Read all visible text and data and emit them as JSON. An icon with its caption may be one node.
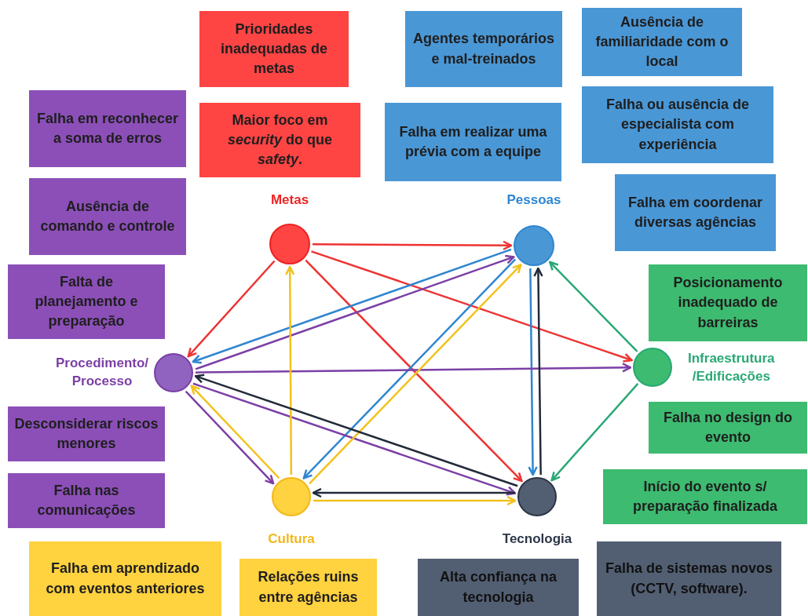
{
  "diagram": {
    "nodes": [
      {
        "text": [
          "Prioridades inadequadas de metas"
        ]
      },
      {
        "text": [
          "Agentes temporários e mal-treinados"
        ]
      },
      {
        "text": [
          "Ausência de familiaridade com o local"
        ]
      },
      {
        "text": [
          "Falha em reconhecer a soma de erros"
        ]
      },
      {
        "text": [
          "Maior foco em *security* do que *safety*."
        ]
      },
      {
        "text": [
          "Falha em realizar uma prévia com a equipe"
        ]
      },
      {
        "text": [
          "Falha ou ausência de especialista com experiência"
        ]
      },
      {
        "text": [
          "Ausência de comando e controle"
        ]
      },
      {
        "text": [
          "Falha em coordenar diversas agências"
        ]
      },
      {
        "text": [
          "Metas"
        ]
      },
      {
        "text": [
          "Pessoas"
        ]
      },
      {
        "text": [
          "Falta de planejamento e preparação"
        ]
      },
      {
        "text": [
          "Posicionamento inadequado de barreiras"
        ]
      },
      {
        "text": [
          "Procedimento/ Processo"
        ]
      },
      {
        "text": [
          "Infraestrutura /Edificações"
        ]
      },
      {
        "text": [
          "Falha no design do evento"
        ]
      },
      {
        "text": [
          "Desconsiderar riscos menores"
        ]
      },
      {
        "text": [
          "Falha nas comunicações"
        ]
      },
      {
        "text": [
          "Início do evento s/ preparação finalizada"
        ]
      },
      {
        "text": [
          "Cultura"
        ]
      },
      {
        "text": [
          "Tecnologia"
        ]
      },
      {
        "text": [
          "Falha em aprendizado com eventos anteriores"
        ]
      },
      {
        "text": [
          "Falha de sistemas novos (CCTV, software)."
        ]
      },
      {
        "text": [
          "Relações ruins entre agências"
        ]
      },
      {
        "text": [
          "Alta confiança na tecnologia"
        ]
      }
    ],
    "edges": [
      {
        "from": 9,
        "to": 10,
        "arrow": "to",
        "color": "#ee3333"
      },
      {
        "from": 9,
        "to": 13,
        "arrow": "to",
        "color": "#ee3333"
      },
      {
        "from": 9,
        "to": 20,
        "arrow": "to",
        "color": "#ee3333"
      },
      {
        "from": 9,
        "to": 14,
        "arrow": "to",
        "color": "#ee3333"
      },
      {
        "from": 10,
        "to": 13,
        "arrow": "to",
        "color": "#2f86d0"
      },
      {
        "from": 10,
        "to": 19,
        "arrow": "to",
        "color": "#2f86d0"
      },
      {
        "from": 10,
        "to": 20,
        "arrow": "to",
        "color": "#2f86d0"
      },
      {
        "from": 13,
        "to": 10,
        "arrow": "to",
        "color": "#7b3fa6"
      },
      {
        "from": 13,
        "to": 14,
        "arrow": "to",
        "color": "#7b3fa6"
      },
      {
        "from": 13,
        "to": 19,
        "arrow": "to",
        "color": "#7b3fa6"
      },
      {
        "from": 13,
        "to": 20,
        "arrow": "to",
        "color": "#7b3fa6"
      },
      {
        "from": 19,
        "to": 9,
        "arrow": "to",
        "color": "#f2c21b"
      },
      {
        "from": 19,
        "to": 13,
        "arrow": "to",
        "color": "#f2c21b"
      },
      {
        "from": 19,
        "to": 10,
        "arrow": "to",
        "color": "#f2c21b"
      },
      {
        "from": 19,
        "to": 20,
        "arrow": "to",
        "color": "#f2c21b"
      },
      {
        "from": 20,
        "to": 10,
        "arrow": "to",
        "color": "#222a3a"
      },
      {
        "from": 20,
        "to": 13,
        "arrow": "to",
        "color": "#222a3a"
      },
      {
        "from": 20,
        "to": 19,
        "arrow": "to",
        "color": "#222a3a"
      },
      {
        "from": 14,
        "to": 10,
        "arrow": "to",
        "color": "#2aa876"
      },
      {
        "from": 14,
        "to": 20,
        "arrow": "to",
        "color": "#2aa876"
      }
    ]
  }
}
